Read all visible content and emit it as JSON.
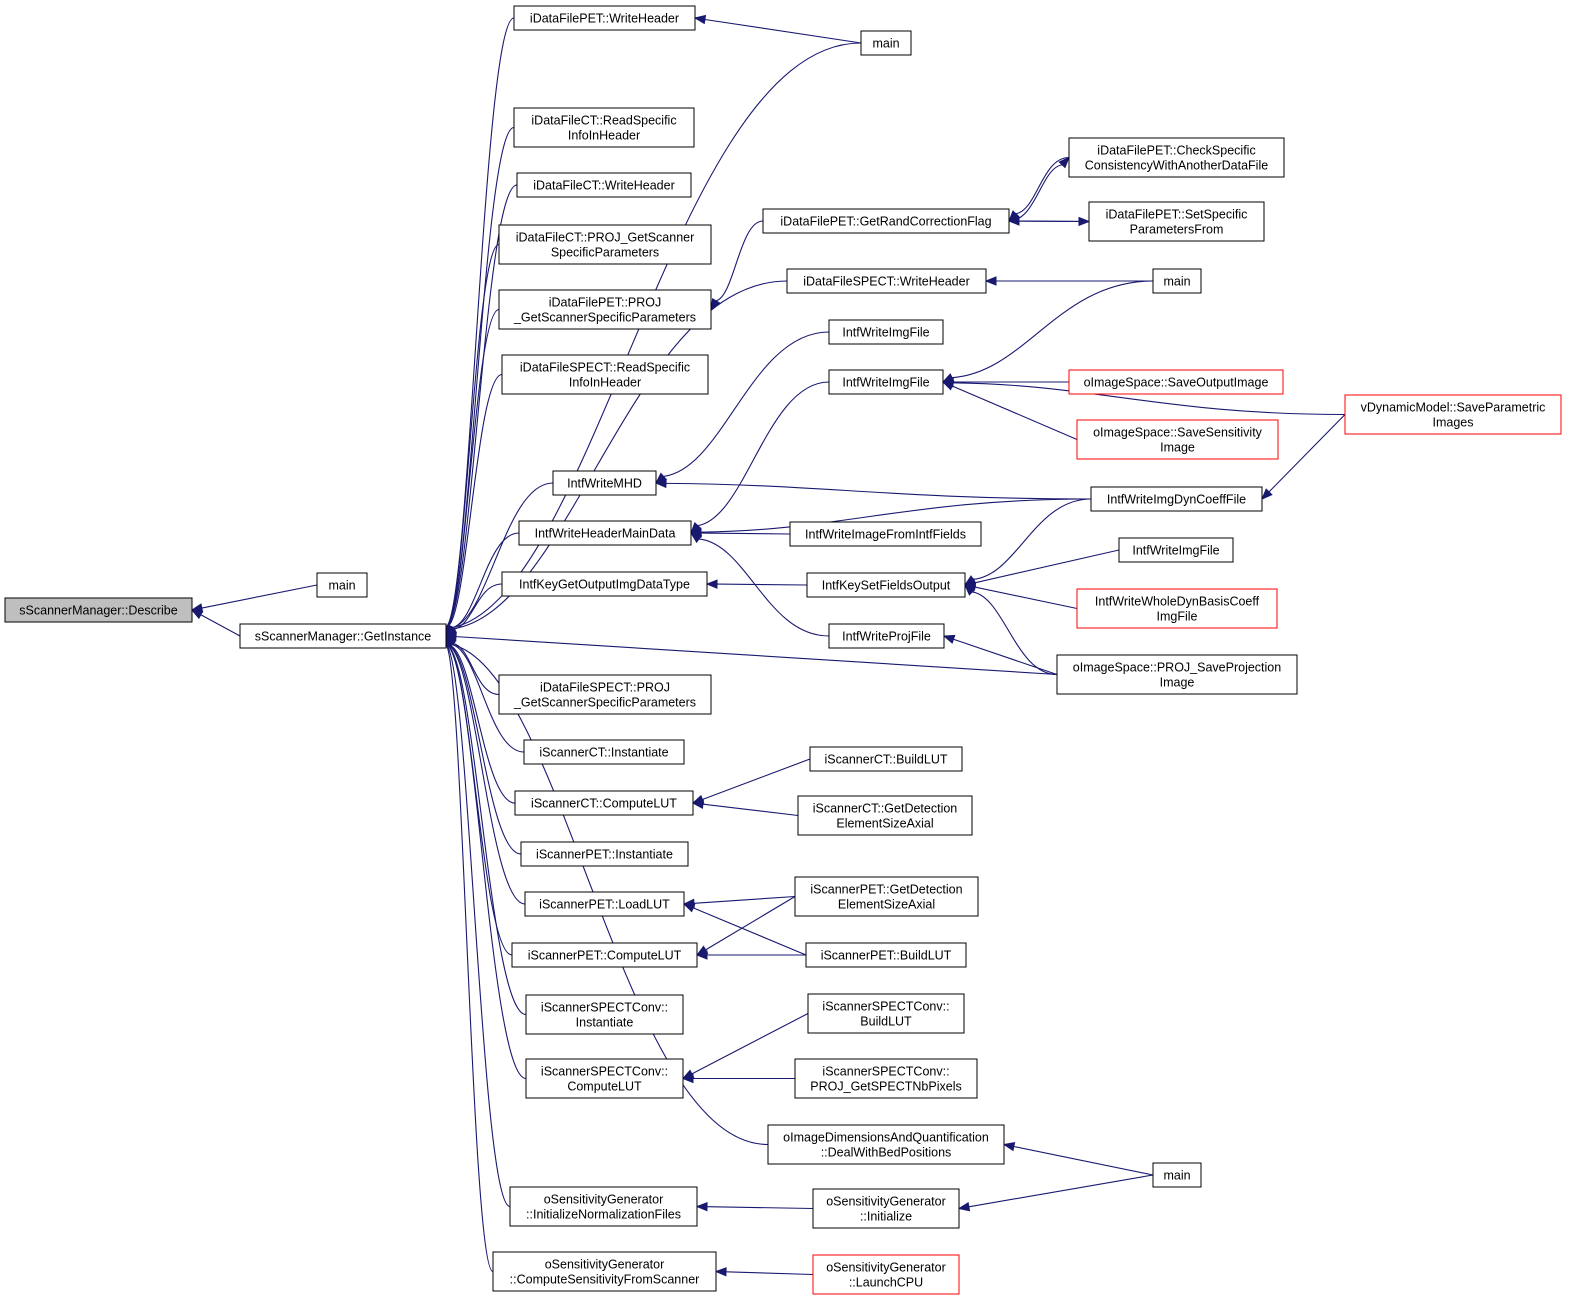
{
  "colors": {
    "edge": "#191970",
    "self_fill": "#bfbfbf",
    "red_border": "#ff0000",
    "border": "#000000"
  },
  "nodes": [
    {
      "id": "describe",
      "lines": [
        "sScannerManager::Describe"
      ],
      "self": true
    },
    {
      "id": "main1",
      "lines": [
        "main"
      ]
    },
    {
      "id": "getinst",
      "lines": [
        "sScannerManager::GetInstance"
      ]
    },
    {
      "id": "pet_wh",
      "lines": [
        "iDataFilePET::WriteHeader"
      ]
    },
    {
      "id": "main2",
      "lines": [
        "main"
      ]
    },
    {
      "id": "ct_rsih",
      "lines": [
        "iDataFileCT::ReadSpecific",
        "InfoInHeader"
      ]
    },
    {
      "id": "ct_wh",
      "lines": [
        "iDataFileCT::WriteHeader"
      ]
    },
    {
      "id": "ct_proj",
      "lines": [
        "iDataFileCT::PROJ_GetScanner",
        "SpecificParameters"
      ]
    },
    {
      "id": "pet_proj",
      "lines": [
        "iDataFilePET::PROJ",
        "_GetScannerSpecificParameters"
      ]
    },
    {
      "id": "spect_rsih",
      "lines": [
        "iDataFileSPECT::ReadSpecific",
        "InfoInHeader"
      ]
    },
    {
      "id": "wmhd",
      "lines": [
        "IntfWriteMHD"
      ]
    },
    {
      "id": "whmd",
      "lines": [
        "IntfWriteHeaderMainData"
      ]
    },
    {
      "id": "kgoidt",
      "lines": [
        "IntfKeyGetOutputImgDataType"
      ]
    },
    {
      "id": "spect_proj",
      "lines": [
        "iDataFileSPECT::PROJ",
        "_GetScannerSpecificParameters"
      ]
    },
    {
      "id": "ct_inst",
      "lines": [
        "iScannerCT::Instantiate"
      ]
    },
    {
      "id": "ct_clut",
      "lines": [
        "iScannerCT::ComputeLUT"
      ]
    },
    {
      "id": "pet_inst",
      "lines": [
        "iScannerPET::Instantiate"
      ]
    },
    {
      "id": "pet_lut",
      "lines": [
        "iScannerPET::LoadLUT"
      ]
    },
    {
      "id": "pet_clut",
      "lines": [
        "iScannerPET::ComputeLUT"
      ]
    },
    {
      "id": "sc_inst",
      "lines": [
        "iScannerSPECTConv::",
        "Instantiate"
      ]
    },
    {
      "id": "sc_clut",
      "lines": [
        "iScannerSPECTConv::",
        "ComputeLUT"
      ]
    },
    {
      "id": "sg_inf",
      "lines": [
        "oSensitivityGenerator",
        "::InitializeNormalizationFiles"
      ]
    },
    {
      "id": "sg_csfs",
      "lines": [
        "oSensitivityGenerator",
        "::ComputeSensitivityFromScanner"
      ]
    },
    {
      "id": "pet_grcf",
      "lines": [
        "iDataFilePET::GetRandCorrectionFlag"
      ]
    },
    {
      "id": "spect_wh",
      "lines": [
        "iDataFileSPECT::WriteHeader"
      ]
    },
    {
      "id": "wif1",
      "lines": [
        "IntfWriteImgFile"
      ]
    },
    {
      "id": "wif2",
      "lines": [
        "IntfWriteImgFile"
      ]
    },
    {
      "id": "wiffif",
      "lines": [
        "IntfWriteImageFromIntfFields"
      ]
    },
    {
      "id": "ksfo",
      "lines": [
        "IntfKeySetFieldsOutput"
      ]
    },
    {
      "id": "wpf",
      "lines": [
        "IntfWriteProjFile"
      ]
    },
    {
      "id": "ct_blut",
      "lines": [
        "iScannerCT::BuildLUT"
      ]
    },
    {
      "id": "ct_gdesa",
      "lines": [
        "iScannerCT::GetDetection",
        "ElementSizeAxial"
      ]
    },
    {
      "id": "pet_gdesa",
      "lines": [
        "iScannerPET::GetDetection",
        "ElementSizeAxial"
      ]
    },
    {
      "id": "pet_blut",
      "lines": [
        "iScannerPET::BuildLUT"
      ]
    },
    {
      "id": "sc_blut",
      "lines": [
        "iScannerSPECTConv::",
        "BuildLUT"
      ]
    },
    {
      "id": "sc_gnp",
      "lines": [
        "iScannerSPECTConv::",
        "PROJ_GetSPECTNbPixels"
      ]
    },
    {
      "id": "idq_dwbp",
      "lines": [
        "oImageDimensionsAndQuantification",
        "::DealWithBedPositions"
      ]
    },
    {
      "id": "sg_init",
      "lines": [
        "oSensitivityGenerator",
        "::Initialize"
      ]
    },
    {
      "id": "sg_lcpu",
      "lines": [
        "oSensitivityGenerator",
        "::LaunchCPU"
      ],
      "red": true
    },
    {
      "id": "pet_cscwad",
      "lines": [
        "iDataFilePET::CheckSpecific",
        "ConsistencyWithAnotherDataFile"
      ]
    },
    {
      "id": "pet_spf",
      "lines": [
        "iDataFilePET::SetSpecific",
        "ParametersFrom"
      ]
    },
    {
      "id": "main3",
      "lines": [
        "main"
      ]
    },
    {
      "id": "is_soi",
      "lines": [
        "oImageSpace::SaveOutputImage"
      ],
      "red": true
    },
    {
      "id": "is_ssi",
      "lines": [
        "oImageSpace::SaveSensitivity",
        "Image"
      ],
      "red": true
    },
    {
      "id": "widcf",
      "lines": [
        "IntfWriteImgDynCoeffFile"
      ]
    },
    {
      "id": "wif3",
      "lines": [
        "IntfWriteImgFile"
      ]
    },
    {
      "id": "wwdbcif",
      "lines": [
        "IntfWriteWholeDynBasisCoeff",
        "ImgFile"
      ],
      "red": true
    },
    {
      "id": "is_psp",
      "lines": [
        "oImageSpace::PROJ_SaveProjection",
        "Image"
      ]
    },
    {
      "id": "dm_spi",
      "lines": [
        "vDynamicModel::SaveParametric",
        "Images"
      ],
      "red": true
    },
    {
      "id": "main4",
      "lines": [
        "main"
      ]
    }
  ]
}
